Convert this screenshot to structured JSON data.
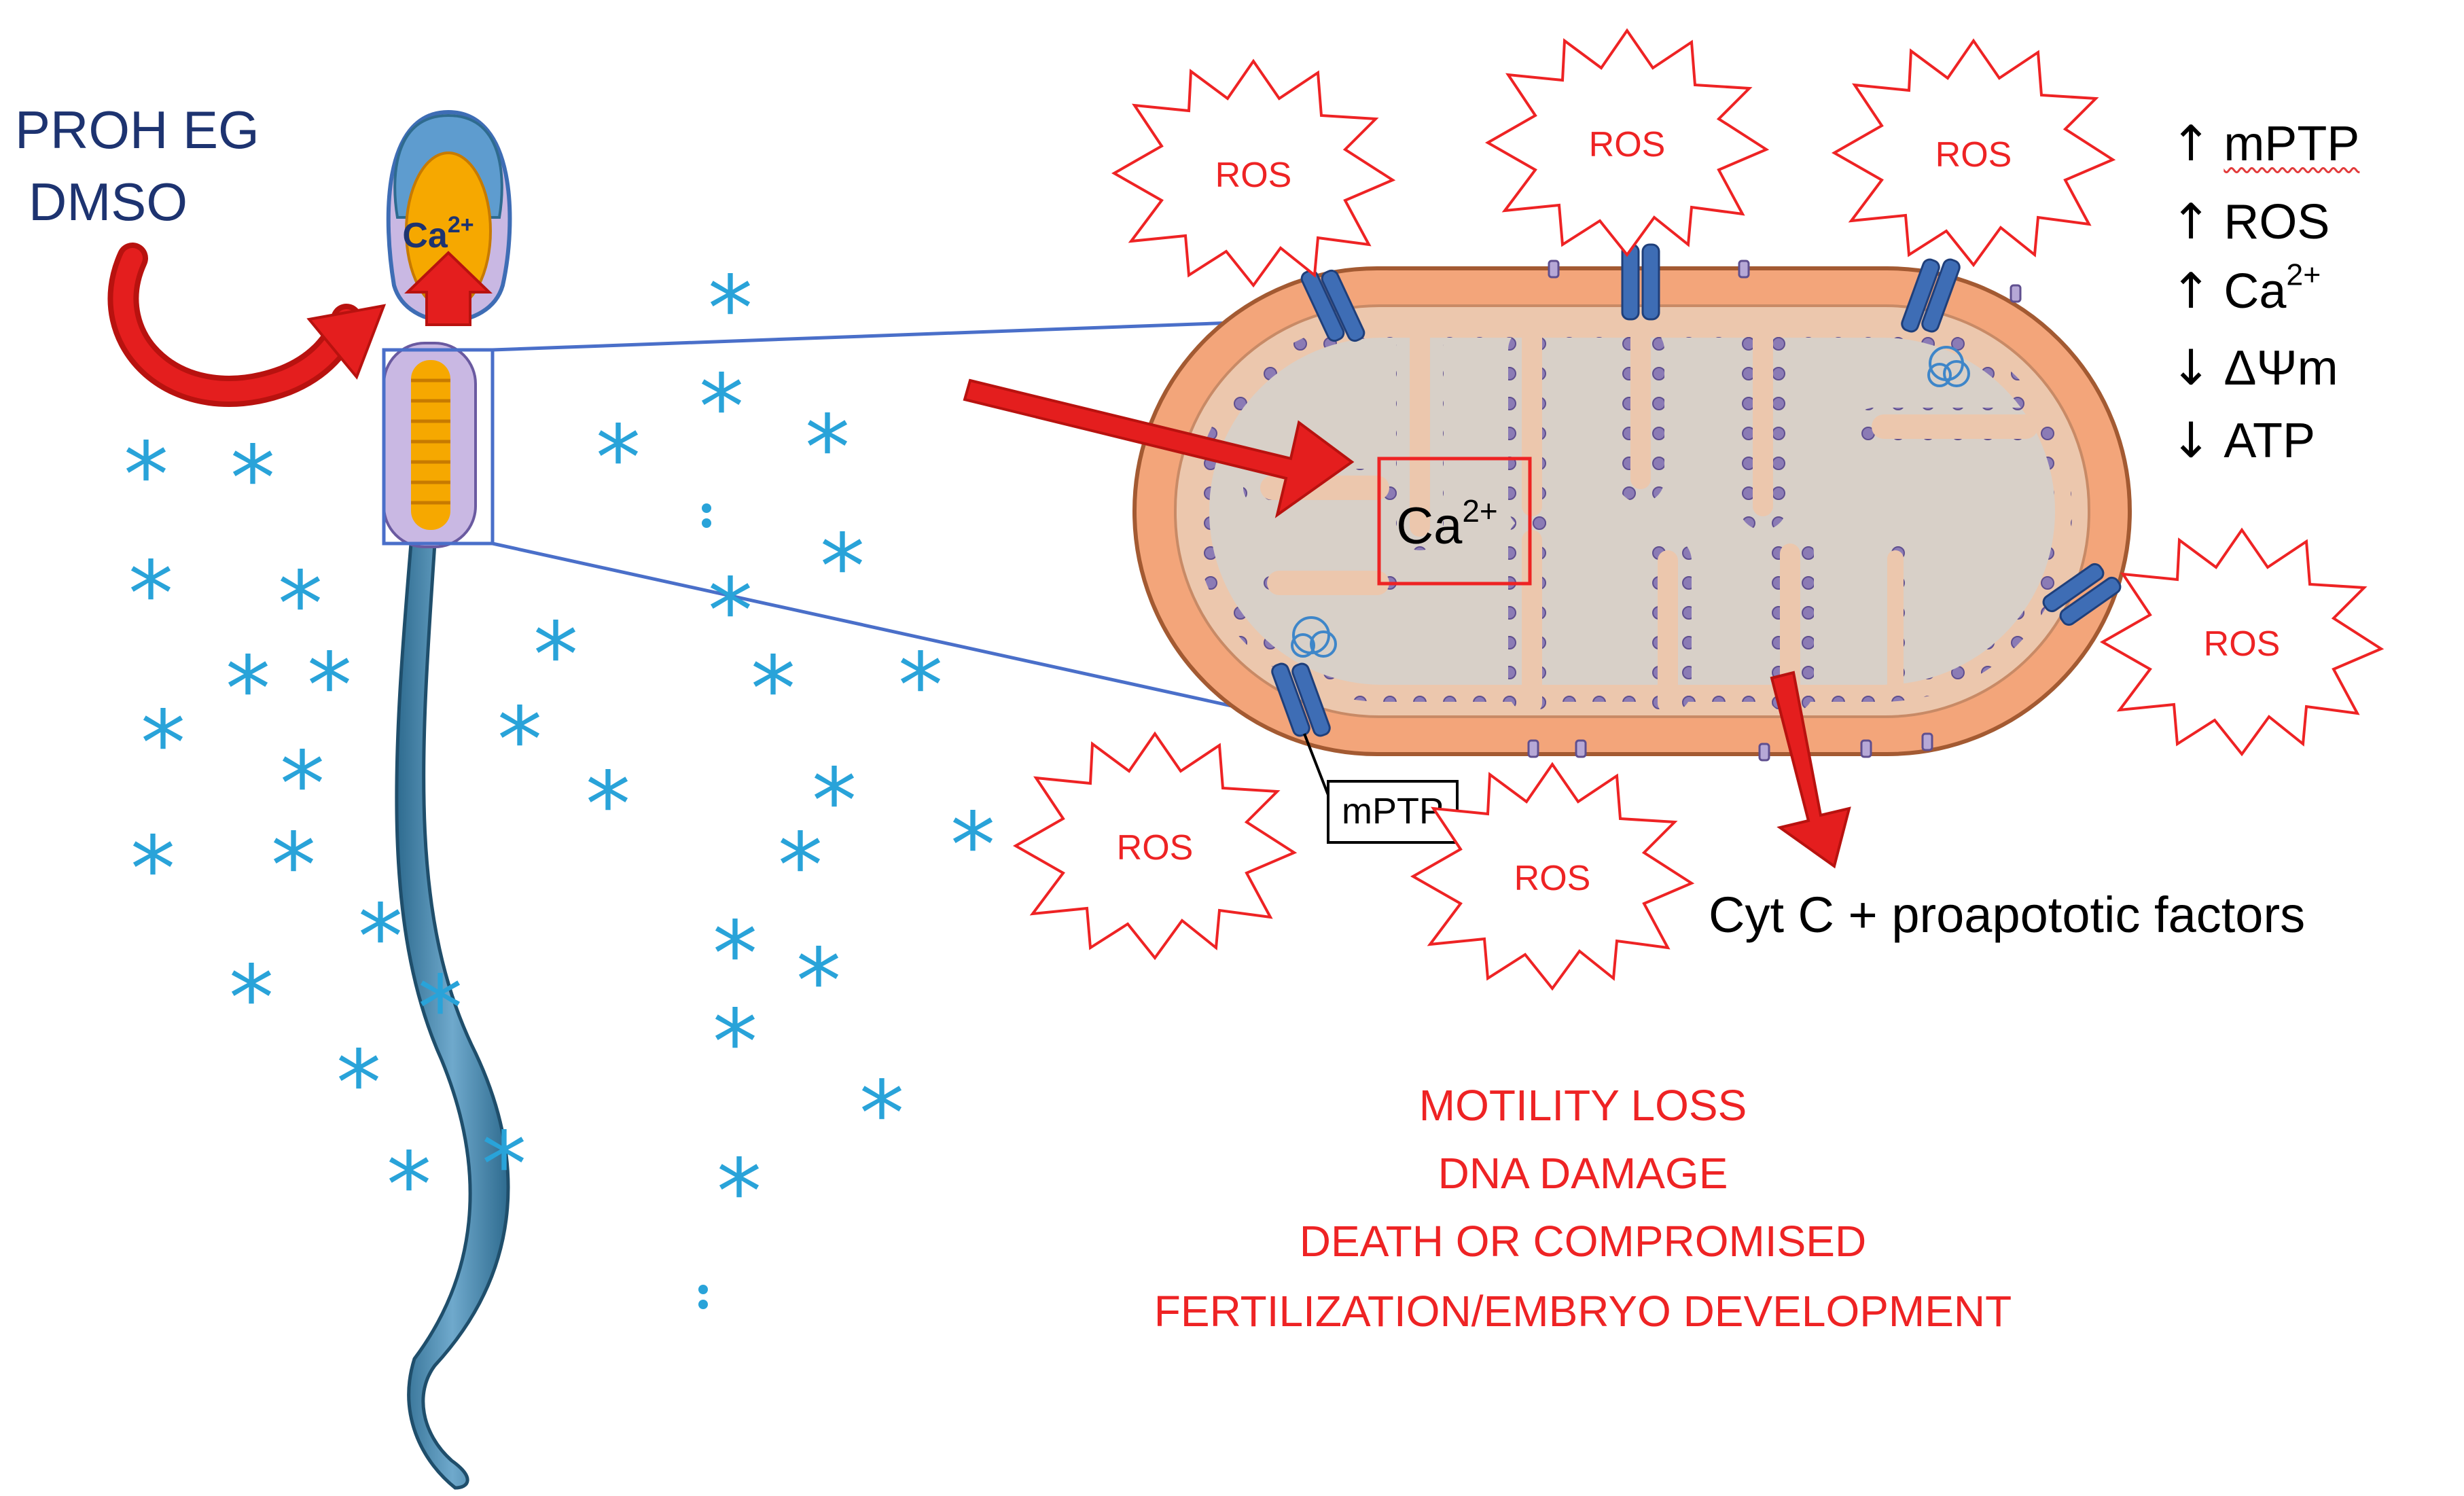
{
  "cryoprotectants": {
    "line1": "PROH  EG",
    "line2": "DMSO"
  },
  "sperm": {
    "calcium_label": "Ca",
    "calcium_charge": "2+"
  },
  "mitochondrion": {
    "calcium_label": "Ca",
    "calcium_charge": "2+",
    "pore_label": "mPTP"
  },
  "ros_label": "ROS",
  "effects": [
    {
      "arrow": "↑",
      "label": "mPTP"
    },
    {
      "arrow": "↑",
      "label": "ROS"
    },
    {
      "arrow": "↑",
      "label": "Ca",
      "sup": "2+"
    },
    {
      "arrow": "↓",
      "label": "ΔΨm"
    },
    {
      "arrow": "↓",
      "label": "ATP"
    }
  ],
  "release": {
    "label": "Cyt C + proapototic factors"
  },
  "outcomes": [
    "MOTILITY LOSS",
    "DNA DAMAGE",
    "DEATH OR COMPROMISED",
    "FERTILIZATION/EMBRYO DEVELOPMENT"
  ],
  "colors": {
    "ros": "#ee2324",
    "cryoprotectant_text": "#1d3370",
    "ice_crystal": "#29a3d9",
    "mitochondrion_membrane": "#f3a57a",
    "matrix": "#d8d0c8",
    "cristae_particles": "#8b7bb5",
    "pore_channel": "#3e6db5",
    "arrow": "#e41e1e"
  }
}
